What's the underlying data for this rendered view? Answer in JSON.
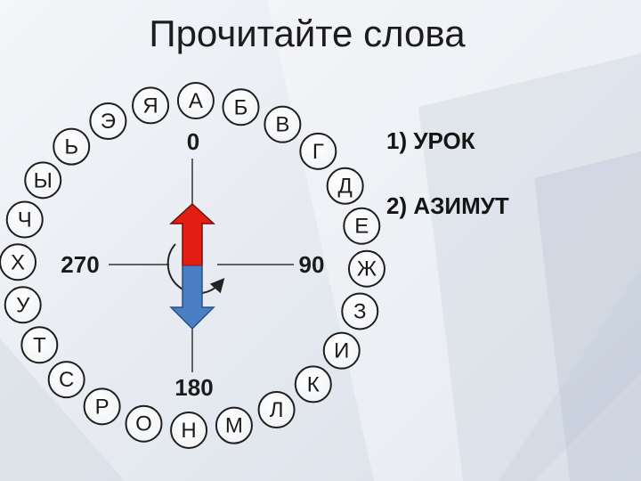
{
  "slide": {
    "title": "Прочитайте слова",
    "tasks": [
      "1) УРОК",
      "2) АЗИМУТ"
    ]
  },
  "compass": {
    "letters": [
      "А",
      "Б",
      "В",
      "Г",
      "Д",
      "Е",
      "Ж",
      "З",
      "И",
      "К",
      "Л",
      "М",
      "Н",
      "О",
      "Р",
      "С",
      "Т",
      "У",
      "Х",
      "Ч",
      "Ы",
      "Ь",
      "Э",
      "Я"
    ],
    "degrees": {
      "north": "0",
      "east": "90",
      "south": "180",
      "west": "270"
    },
    "arrow_colors": {
      "north": "#e31e12",
      "south": "#4a7fc4"
    }
  }
}
